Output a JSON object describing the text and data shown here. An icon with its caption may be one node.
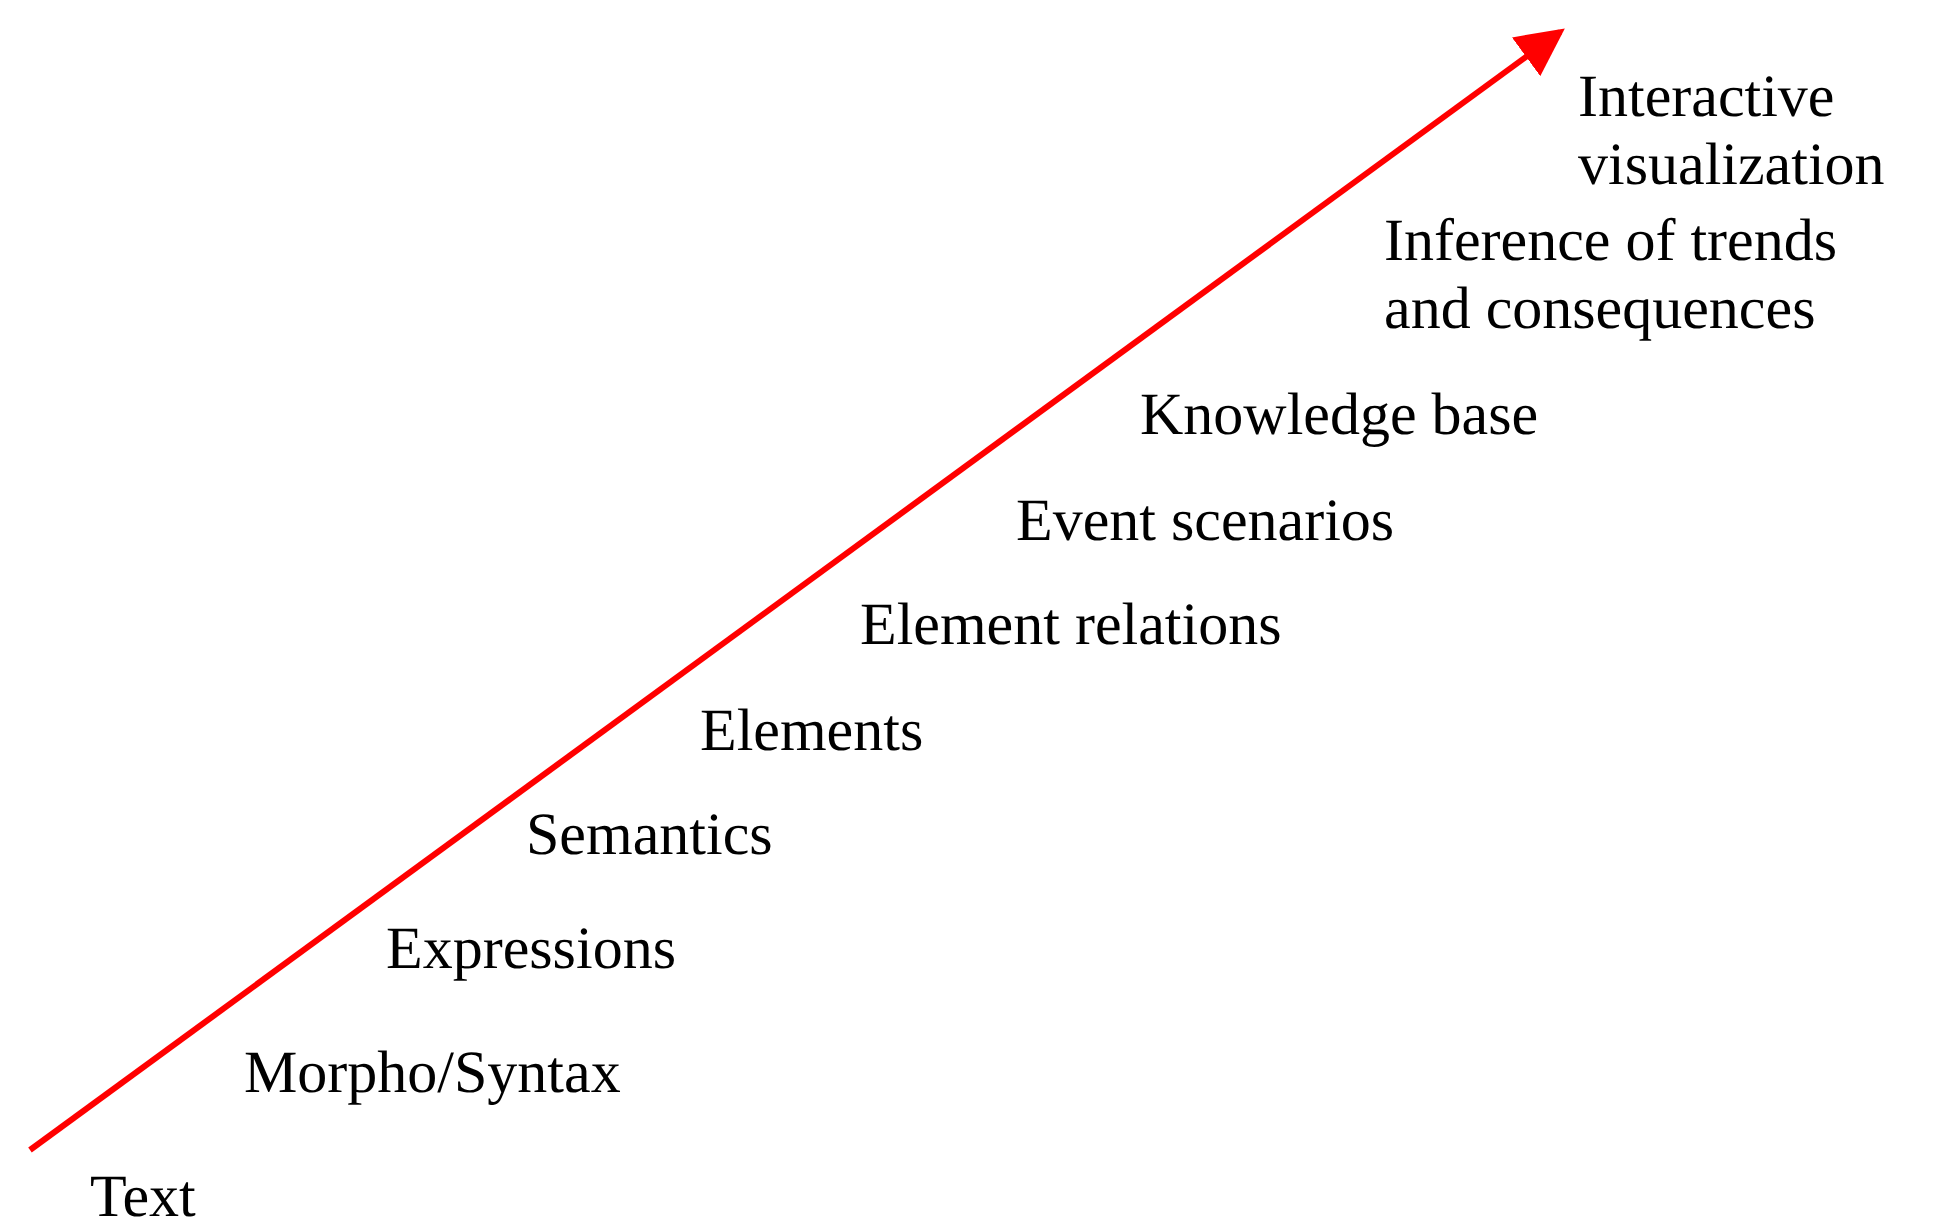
{
  "diagram": {
    "labels": [
      "Interactive visualization",
      "Inference of trends and consequences",
      "Knowledge base",
      "Event scenarios",
      "Element relations",
      "Elements",
      "Semantics",
      "Expressions",
      "Morpho/Syntax",
      "Text"
    ]
  }
}
